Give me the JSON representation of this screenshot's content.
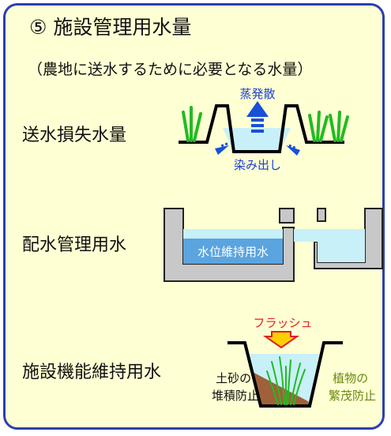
{
  "title": "⑤ 施設管理用水量",
  "subtitle": "（農地に送水するために必要となる水量）",
  "sections": [
    {
      "label": "送水損失水量",
      "annotations": {
        "top": "蒸発散",
        "bottom": "染み出し"
      }
    },
    {
      "label": "配水管理用水",
      "annotations": {
        "box": "水位維持用水"
      }
    },
    {
      "label": "施設機能維持用水",
      "annotations": {
        "top": "フラッシュ",
        "left": "土砂の\n堆積防止",
        "right": "植物の\n繁茂防止"
      }
    }
  ],
  "colors": {
    "border": "#2b3fae",
    "background": "#ffffd4",
    "water": "#c8f0f8",
    "water_deep": "#5aa4e0",
    "arrow_blue": "#1850d8",
    "flash_red": "#e02020",
    "flash_arrow": "#ffd000",
    "plant_green": "#22bb22",
    "sediment": "#a0603a",
    "concrete": "#c8c8c8",
    "label_blue": "#1a3fd6",
    "label_olive": "#6a8a10"
  }
}
